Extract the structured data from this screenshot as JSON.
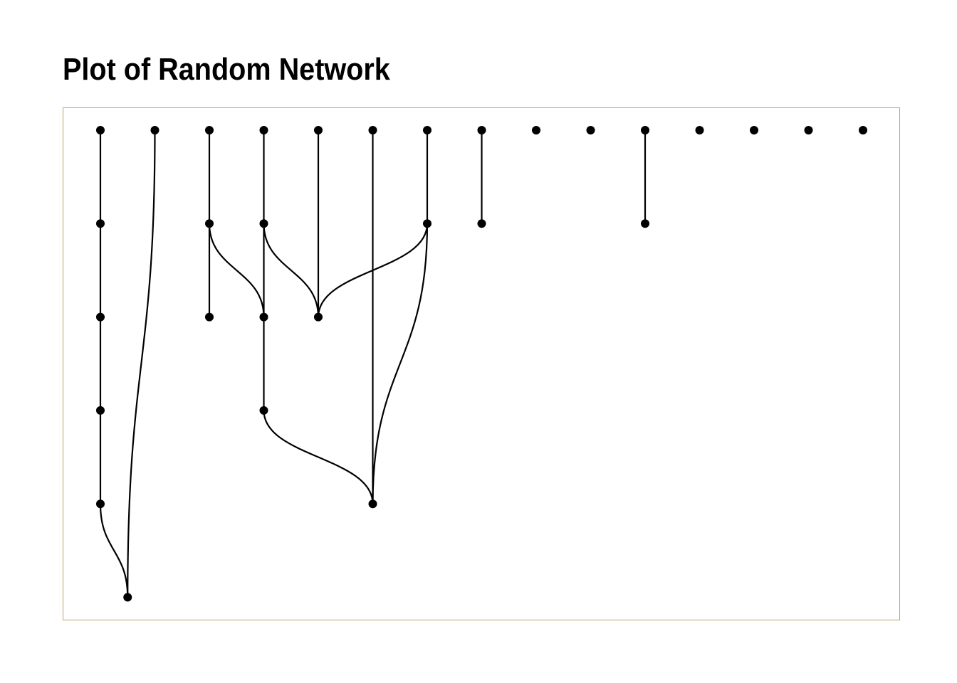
{
  "title": "Plot of Random Network",
  "colors": {
    "frame": "#b8a36a",
    "edge": "#000000",
    "node": "#000000",
    "background": "#ffffff"
  },
  "network": {
    "layout": "layered",
    "nodes": [
      {
        "id": "a0",
        "col": 0,
        "row": 0
      },
      {
        "id": "a1",
        "col": 0,
        "row": 1
      },
      {
        "id": "a2",
        "col": 0,
        "row": 2
      },
      {
        "id": "a3",
        "col": 0,
        "row": 3
      },
      {
        "id": "a4",
        "col": 0,
        "row": 4
      },
      {
        "id": "b0",
        "col": 1,
        "row": 0
      },
      {
        "id": "c0",
        "col": 2,
        "row": 0
      },
      {
        "id": "c1",
        "col": 2,
        "row": 1
      },
      {
        "id": "c2",
        "col": 2,
        "row": 2
      },
      {
        "id": "d0",
        "col": 3,
        "row": 0
      },
      {
        "id": "d1",
        "col": 3,
        "row": 1
      },
      {
        "id": "d2",
        "col": 3,
        "row": 2
      },
      {
        "id": "d3",
        "col": 3,
        "row": 3
      },
      {
        "id": "e0",
        "col": 4,
        "row": 0
      },
      {
        "id": "e2",
        "col": 4,
        "row": 2
      },
      {
        "id": "f0",
        "col": 5,
        "row": 0
      },
      {
        "id": "f4",
        "col": 5,
        "row": 4
      },
      {
        "id": "g0",
        "col": 6,
        "row": 0
      },
      {
        "id": "g1",
        "col": 6,
        "row": 1
      },
      {
        "id": "h0",
        "col": 7,
        "row": 0
      },
      {
        "id": "h1",
        "col": 7,
        "row": 1
      },
      {
        "id": "i0",
        "col": 8,
        "row": 0
      },
      {
        "id": "j0",
        "col": 9,
        "row": 0
      },
      {
        "id": "k0",
        "col": 10,
        "row": 0
      },
      {
        "id": "k1",
        "col": 10,
        "row": 1
      },
      {
        "id": "l0",
        "col": 11,
        "row": 0
      },
      {
        "id": "m0",
        "col": 12,
        "row": 0
      },
      {
        "id": "n0",
        "col": 13,
        "row": 0
      },
      {
        "id": "o0",
        "col": 14,
        "row": 0
      },
      {
        "id": "z5",
        "col": 0.5,
        "row": 5
      }
    ],
    "edges": [
      [
        "a0",
        "a1"
      ],
      [
        "a1",
        "a2"
      ],
      [
        "a2",
        "a3"
      ],
      [
        "a3",
        "a4"
      ],
      [
        "a4",
        "z5"
      ],
      [
        "b0",
        "z5"
      ],
      [
        "c0",
        "c1"
      ],
      [
        "c1",
        "c2"
      ],
      [
        "c1",
        "d2"
      ],
      [
        "d0",
        "d1"
      ],
      [
        "d1",
        "d2"
      ],
      [
        "d1",
        "e2"
      ],
      [
        "d2",
        "d3"
      ],
      [
        "d3",
        "f4"
      ],
      [
        "e0",
        "e2"
      ],
      [
        "f0",
        "f4"
      ],
      [
        "g0",
        "g1"
      ],
      [
        "g1",
        "e2"
      ],
      [
        "g1",
        "f4"
      ],
      [
        "h0",
        "h1"
      ],
      [
        "k0",
        "k1"
      ]
    ]
  }
}
